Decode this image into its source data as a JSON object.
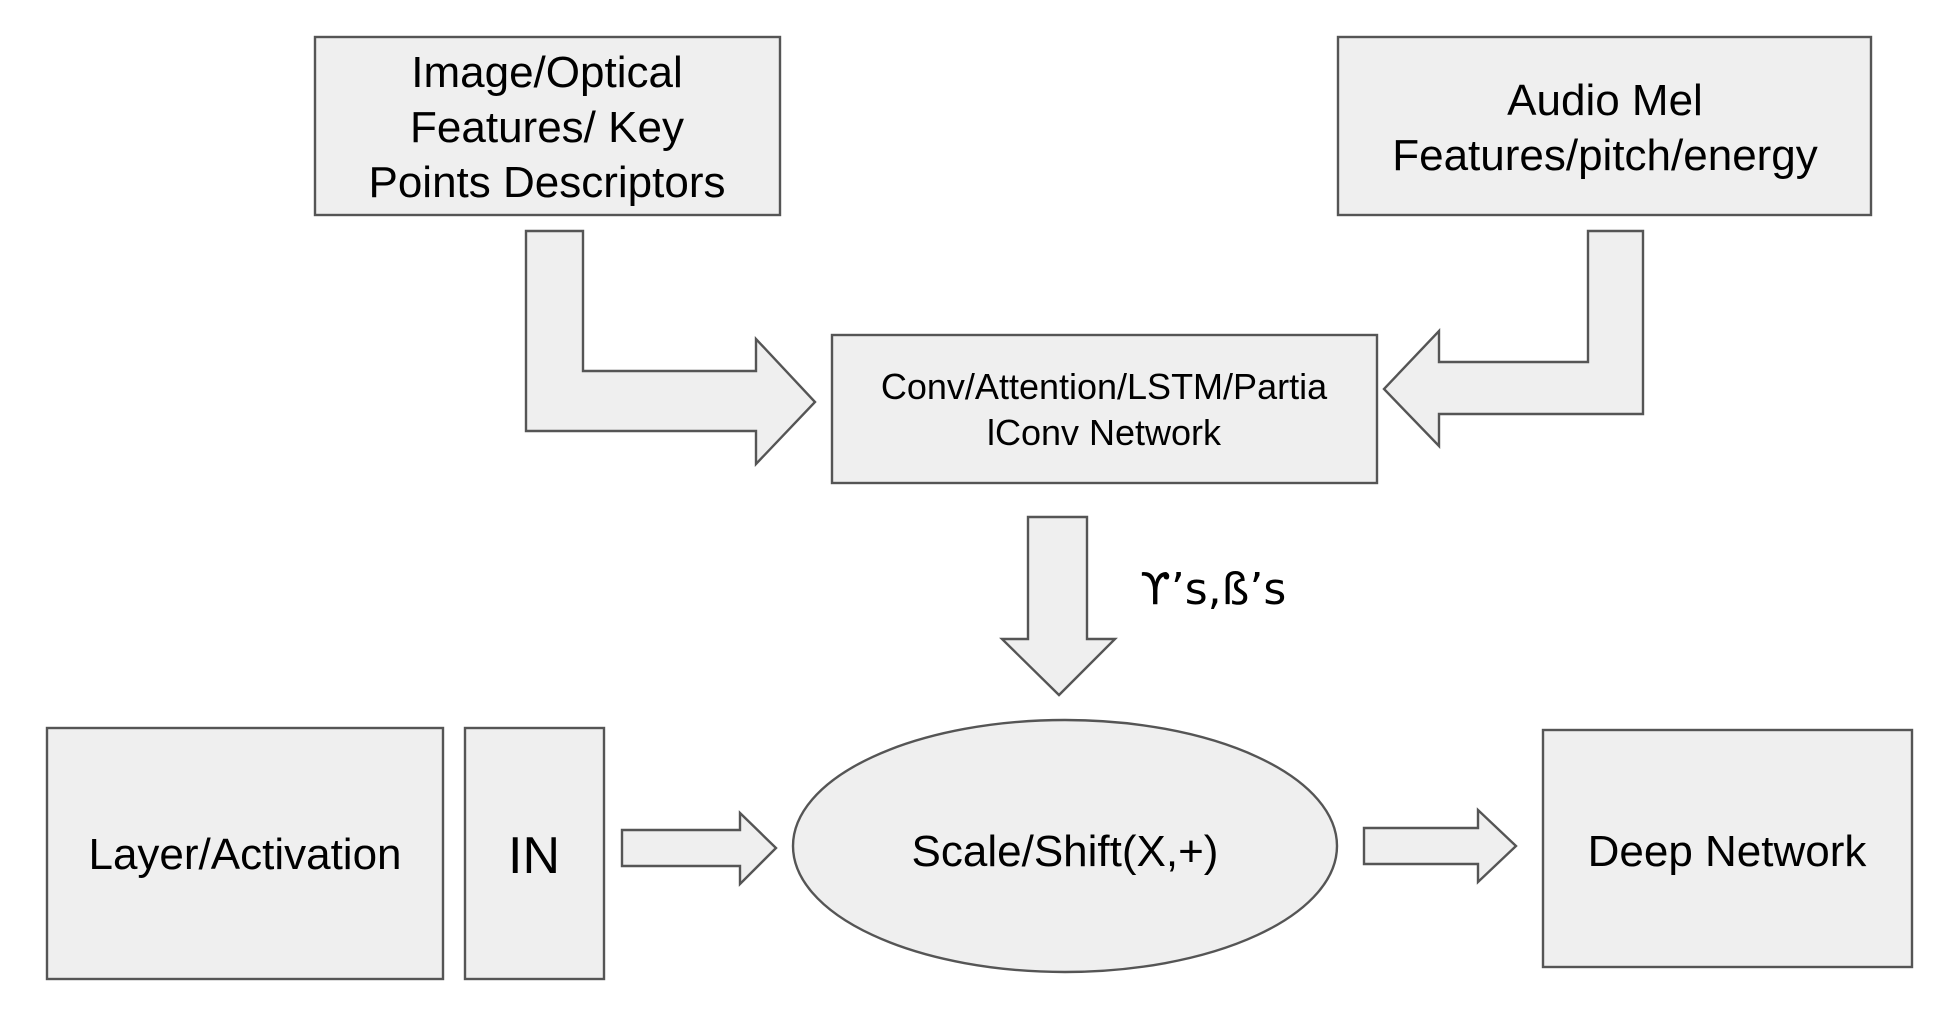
{
  "nodes": {
    "image_features": {
      "lines": [
        "Image/Optical",
        "Features/ Key",
        "Points Descriptors"
      ]
    },
    "audio_features": {
      "lines": [
        "Audio Mel",
        "Features/pitch/energy"
      ]
    },
    "conv_network": {
      "lines": [
        "Conv/Attention/LSTM/Partia",
        "lConv Network"
      ]
    },
    "layer_activation": {
      "label": "Layer/Activation"
    },
    "instance_norm": {
      "label": "IN"
    },
    "scale_shift": {
      "label": "Scale/Shift(X,+)"
    },
    "deep_network": {
      "label": "Deep Network"
    }
  },
  "edge_labels": {
    "gamma_beta": "ϒ’s,ß’s"
  }
}
